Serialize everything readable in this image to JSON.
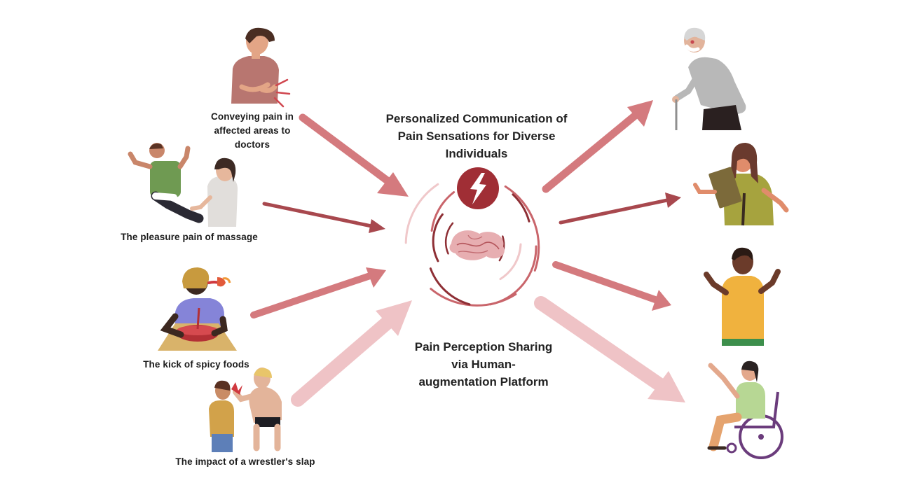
{
  "center": {
    "top_title": [
      "Personalized Communication of",
      "Pain Sensations for Diverse",
      "Individuals"
    ],
    "bottom_title": [
      "Pain Perception Sharing",
      "via Human-",
      "augmentation Platform"
    ],
    "icon": "lightning-bolt-icon"
  },
  "scenarios": [
    {
      "label": [
        "Conveying pain in",
        "affected areas to",
        "doctors"
      ],
      "illustration": "man-holding-stomach-illustration"
    },
    {
      "label": [
        "The pleasure pain of massage"
      ],
      "illustration": "massage-therapist-illustration"
    },
    {
      "label": [
        "The kick of spicy foods"
      ],
      "illustration": "person-eating-spicy-food-illustration"
    },
    {
      "label": [
        "The impact of a wrestler's slap"
      ],
      "illustration": "wrestler-slap-illustration"
    }
  ],
  "recipients": [
    {
      "illustration": "elderly-man-with-cane-illustration"
    },
    {
      "illustration": "woman-with-clipboard-illustration"
    },
    {
      "illustration": "cheering-person-illustration"
    },
    {
      "illustration": "wheelchair-user-illustration"
    }
  ],
  "colors": {
    "arrow_dark": "#a8484e",
    "arrow_mid": "#d47a7e",
    "arrow_light": "#efc3c6",
    "ring_dark": "#8e2f35",
    "ring_mid": "#c9656b",
    "ring_light": "#f0c8ca"
  }
}
